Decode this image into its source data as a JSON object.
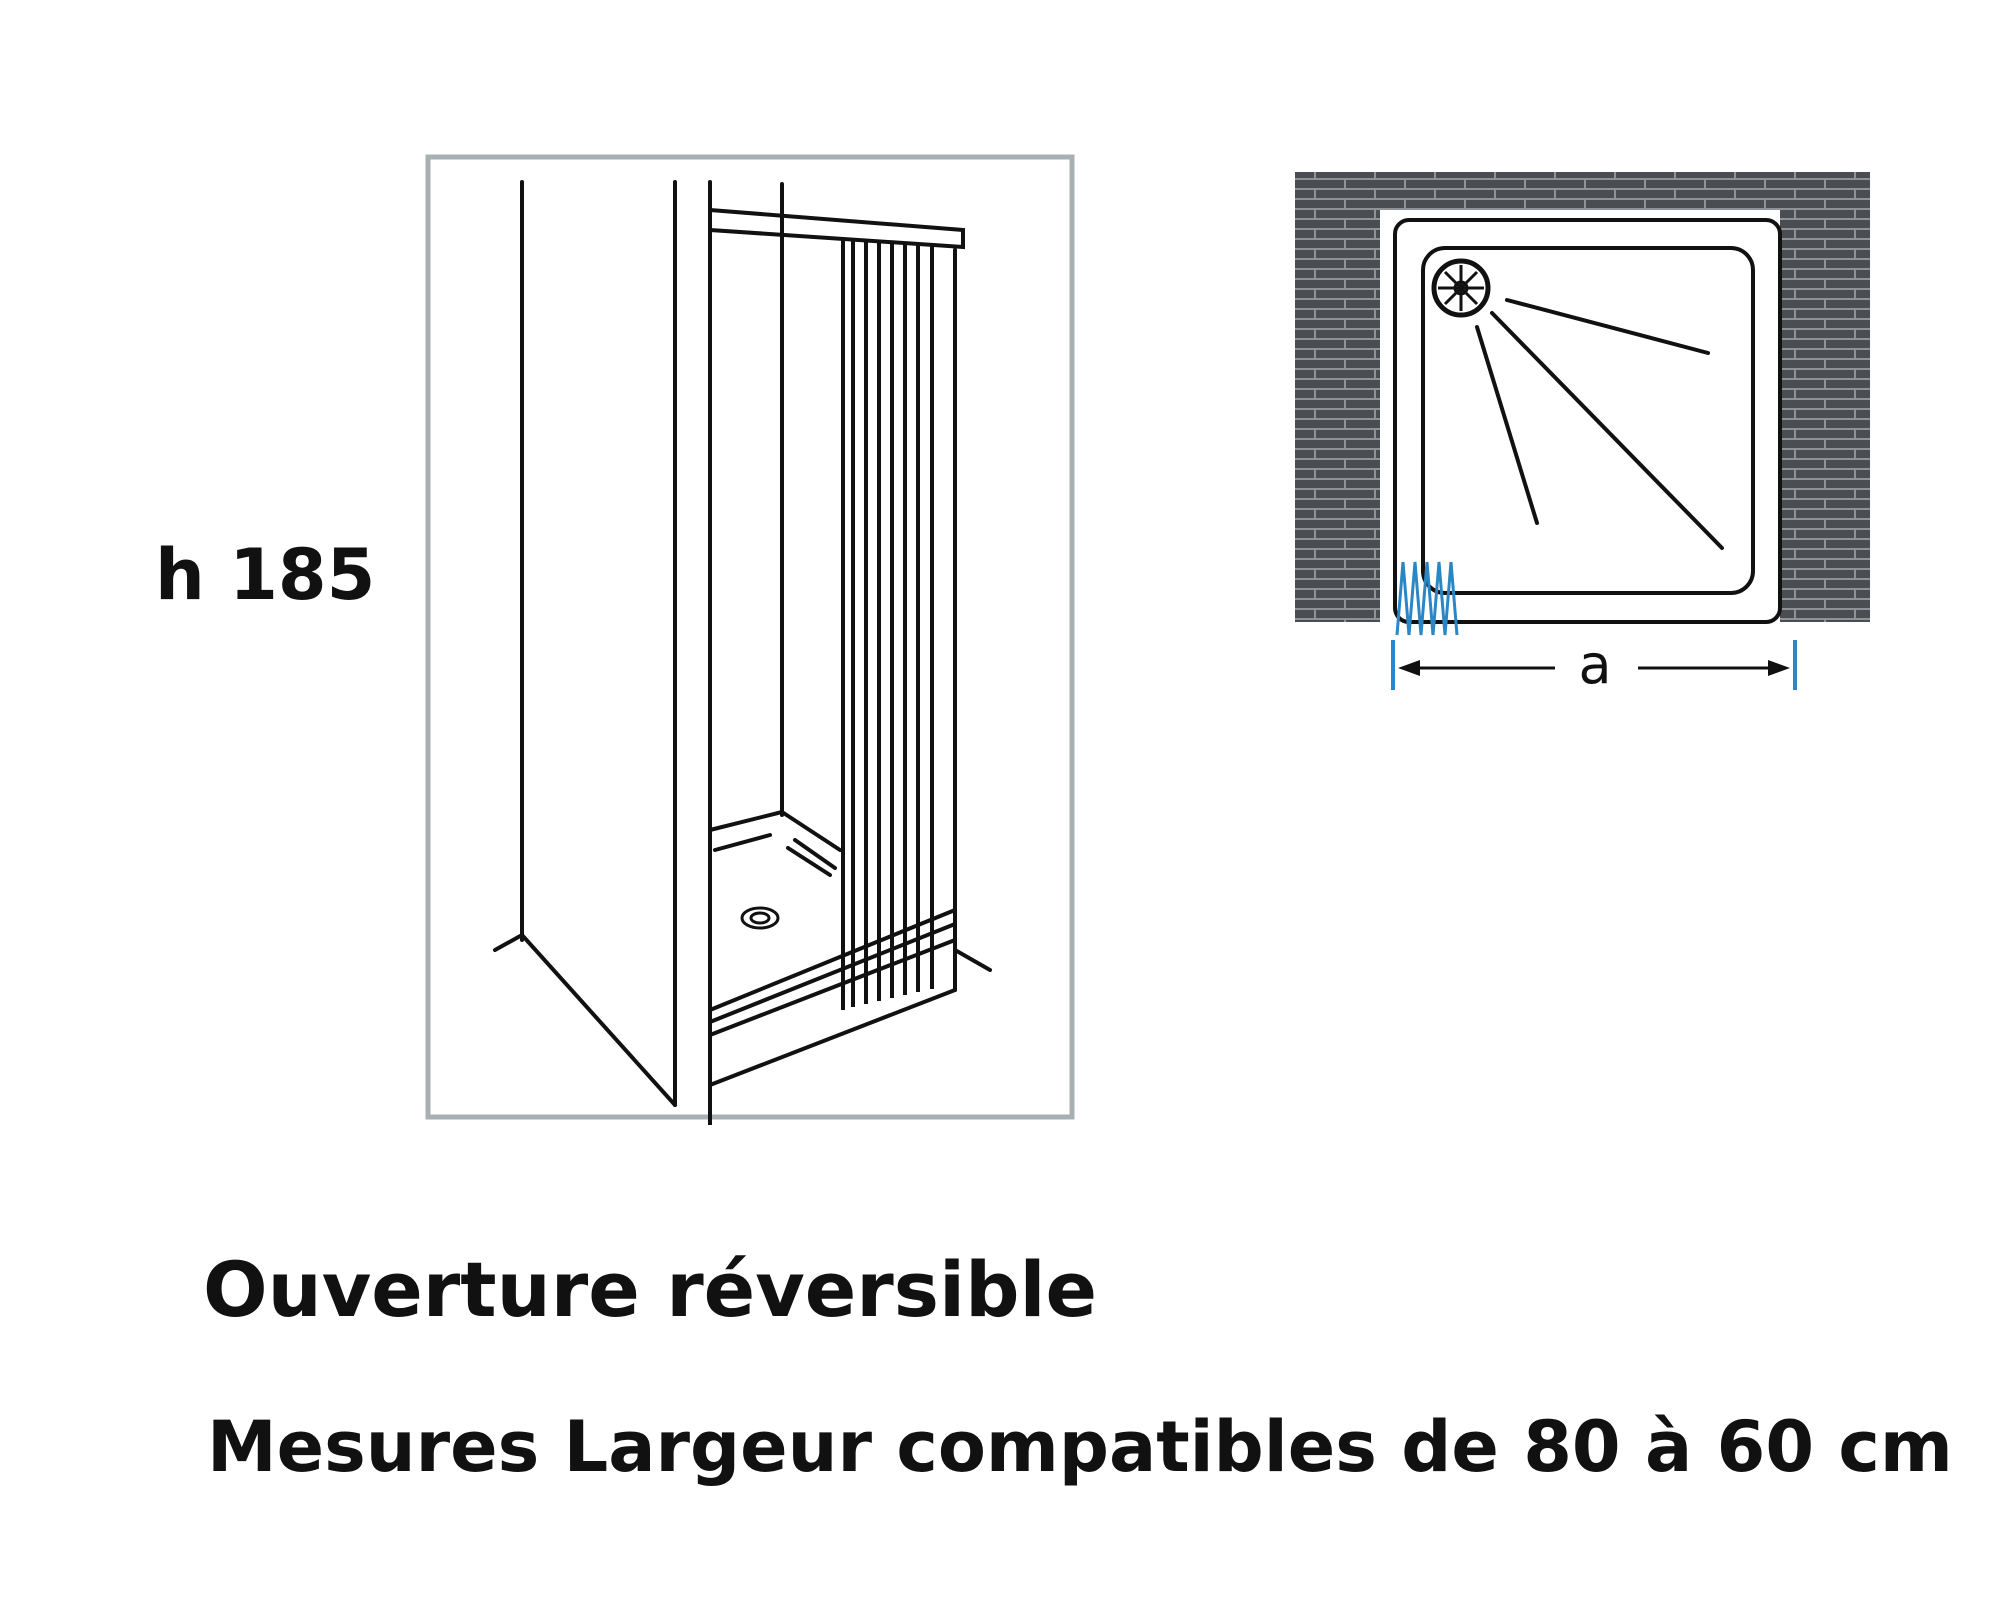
{
  "labels": {
    "height": "h 185",
    "width_dimension": "a"
  },
  "captions": {
    "opening": "Ouverture réversible",
    "widths": "Mesures Largeur compatibles de 80 à 60 cm"
  },
  "colors": {
    "text": "#111111",
    "frame_border": "#a9b0b4",
    "brick_wall": "#4a4d52",
    "brick_mortar": "#8f9398",
    "spring_accent": "#2b86c5",
    "line_art": "#111111"
  },
  "icons": {
    "drain": "drain-icon",
    "pleats": "folding-door-icon"
  }
}
